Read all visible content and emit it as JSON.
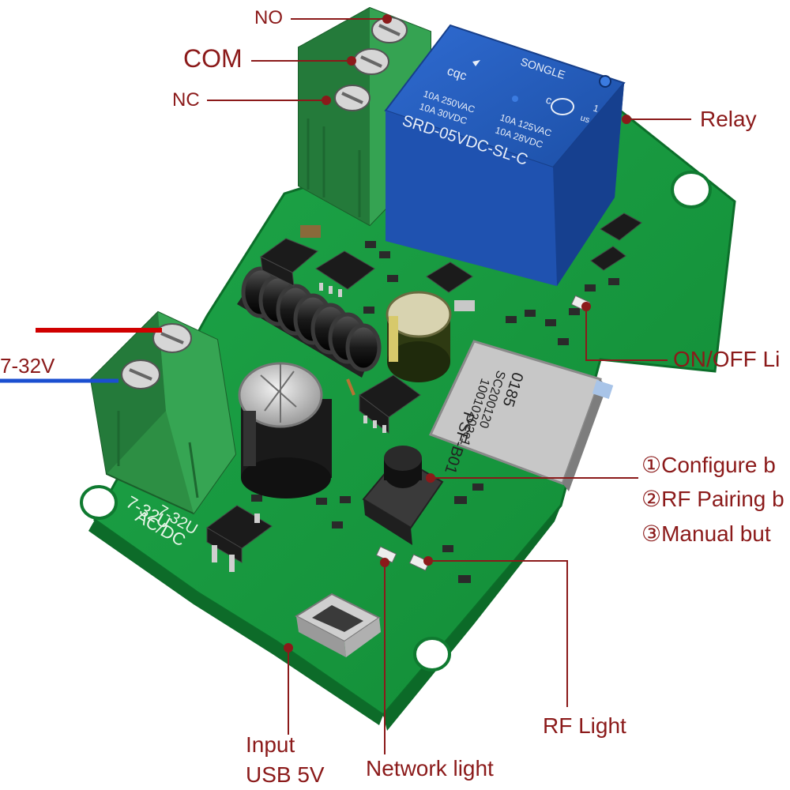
{
  "labels": {
    "no": "NO",
    "com": "COM",
    "nc": "NC",
    "relay": "Relay",
    "voltage": "7-32V",
    "onoff": "ON/OFF Li",
    "configure": "①Configure b",
    "rf_pairing": "②RF Pairing b",
    "manual": "③Manual but",
    "input_line1": "Input",
    "input_line2": "USB 5V",
    "network": "Network light",
    "rf_light": "RF Light"
  },
  "relay": {
    "brand": "SONGLE",
    "cqc": "cqc",
    "spec_left": [
      "10A 250VAC",
      "10A 30VDC"
    ],
    "spec_right": [
      "10A 125VAC",
      "10A 28VDC"
    ],
    "model": "SRD-05VDC-SL-C",
    "ul_c": "c",
    "ul_us": "us",
    "ul_one": "1"
  },
  "module": {
    "code": "0185",
    "line1": "SC200120",
    "line2": "10010202e1",
    "name": "PSF-B01"
  },
  "silkscreen": {
    "voltage": "7-32U",
    "acdc": "AC/DC"
  },
  "colors": {
    "pcb": "#169a3c",
    "terminal": "#2f9a4a",
    "relay": "#1f56b4",
    "label": "#8b1a1a",
    "wire_red": "#d00000",
    "wire_blue": "#1b4fd0"
  }
}
